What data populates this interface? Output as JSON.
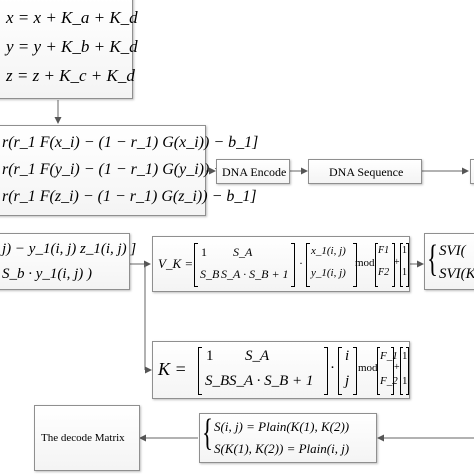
{
  "box1": {
    "lines": [
      "x = x + K_a + K_d",
      "y = y + K_b + K_d",
      "z = z + K_c + K_d"
    ]
  },
  "box2": {
    "lines": [
      "r(r_1 F(x_i) − (1 − r_1) G(x_i)) − b_1]",
      "r(r_1 F(y_i) − (1 − r_1) G(y_i)) − b_1]",
      "r(r_1 F(z_i) − (1 − r_1) G(z_i)) − b_1]"
    ]
  },
  "labels": {
    "dna_encode": "DNA Encode",
    "dna_sequence": "DNA Sequence",
    "decode_matrix": "The decode Matrix"
  },
  "box_left2": {
    "line1": "j) − y_1(i, j) z_1(i, j) ]",
    "line2": "S_b · y_1(i, j) )"
  },
  "box_vk": {
    "lhs": "V_K =",
    "m1": [
      "1",
      "S_A",
      "S_B",
      "S_A · S_B + 1"
    ],
    "v1": [
      "x_1(i, j)",
      "y_1(i, j)"
    ],
    "mod": "mod",
    "f": [
      "F1",
      "F2"
    ],
    "plus": "+",
    "c": [
      "1",
      "1"
    ]
  },
  "box_svi": {
    "lines": [
      "SVI(",
      "SVI(K"
    ]
  },
  "box_k": {
    "lhs": "K =",
    "m1": [
      "1",
      "S_A",
      "S_B",
      "S_A · S_B + 1"
    ],
    "v1": [
      "i",
      "j"
    ],
    "mod": "mod",
    "f": [
      "F_1",
      "F_2"
    ],
    "plus": "+",
    "c": [
      "1",
      "1"
    ]
  },
  "box_s": {
    "lines": [
      "S(i, j) = Plain(K(1), K(2))",
      "S(K(1), K(2)) = Plain(i, j)"
    ]
  }
}
